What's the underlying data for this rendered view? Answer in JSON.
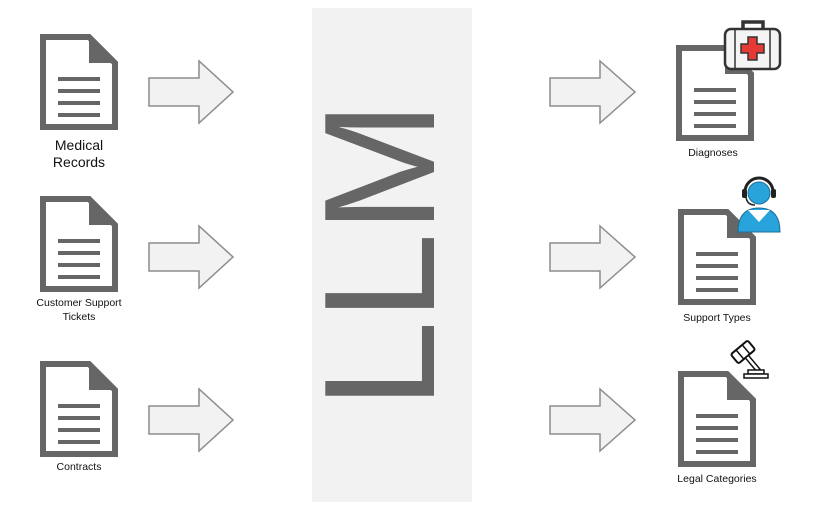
{
  "inputs": [
    {
      "label_lines": [
        "Medical",
        "Records"
      ]
    },
    {
      "label_lines": [
        "Customer Support",
        "Tickets"
      ]
    },
    {
      "label_lines": [
        "Contracts"
      ]
    }
  ],
  "model": {
    "label": "LLM",
    "panel_color": "#f2f2f2",
    "text_color": "#666666"
  },
  "outputs": [
    {
      "label": "Diagnoses",
      "icon": "first-aid-kit-icon"
    },
    {
      "label": "Support Types",
      "icon": "support-agent-icon"
    },
    {
      "label": "Legal Categories",
      "icon": "gavel-icon"
    }
  ],
  "colors": {
    "document": "#666666",
    "arrow_fill": "#f2f2f2",
    "arrow_stroke": "#8c8c8c",
    "kit_red": "#e53935",
    "agent_blue": "#29a3dc"
  }
}
